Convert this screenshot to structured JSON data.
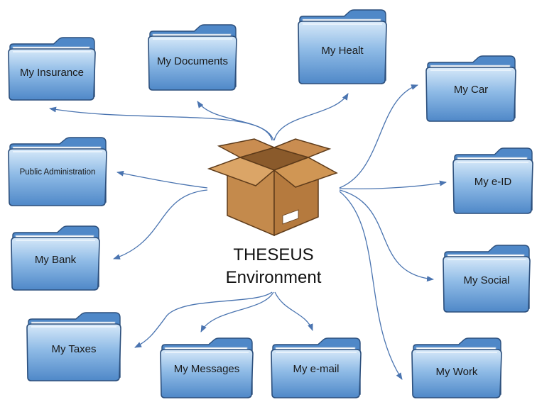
{
  "center": {
    "title_line1": "THESEUS",
    "title_line2": "Environment",
    "icon": "open-cardboard-box-icon"
  },
  "colors": {
    "folder_top": "#d7e9f9",
    "folder_mid": "#8fbbe6",
    "folder_bottom": "#4f88c8",
    "folder_stroke": "#2c4f7c",
    "arrow": "#4a74b0",
    "box_light": "#d29a5c",
    "box_dark": "#a86e36"
  },
  "folders": [
    {
      "id": "my-insurance",
      "label": "My Insurance"
    },
    {
      "id": "my-documents",
      "label": "My Documents"
    },
    {
      "id": "my-healt",
      "label": "My Healt"
    },
    {
      "id": "my-car",
      "label": "My Car"
    },
    {
      "id": "public-administration",
      "label": "Public Administration"
    },
    {
      "id": "my-e-id",
      "label": "My e-ID"
    },
    {
      "id": "my-bank",
      "label": "My Bank"
    },
    {
      "id": "my-social",
      "label": "My Social"
    },
    {
      "id": "my-taxes",
      "label": "My Taxes"
    },
    {
      "id": "my-messages",
      "label": "My Messages"
    },
    {
      "id": "my-e-mail",
      "label": "My e-mail"
    },
    {
      "id": "my-work",
      "label": "My Work"
    }
  ]
}
